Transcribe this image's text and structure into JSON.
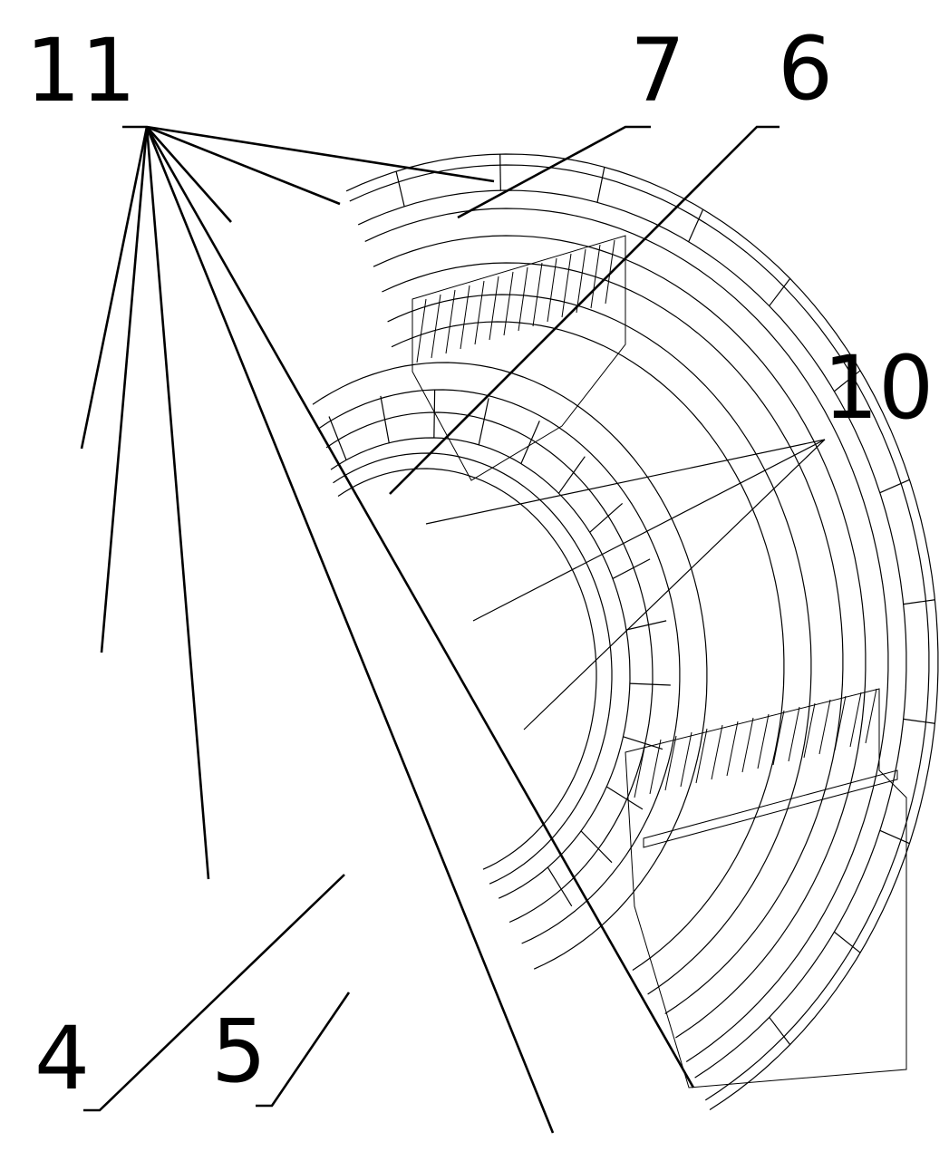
{
  "labels": {
    "l11": "11",
    "l7": "7",
    "l6": "6",
    "l10": "10",
    "l4": "4",
    "l5": "5"
  },
  "colors": {
    "line": "#000000",
    "background": "#ffffff"
  }
}
